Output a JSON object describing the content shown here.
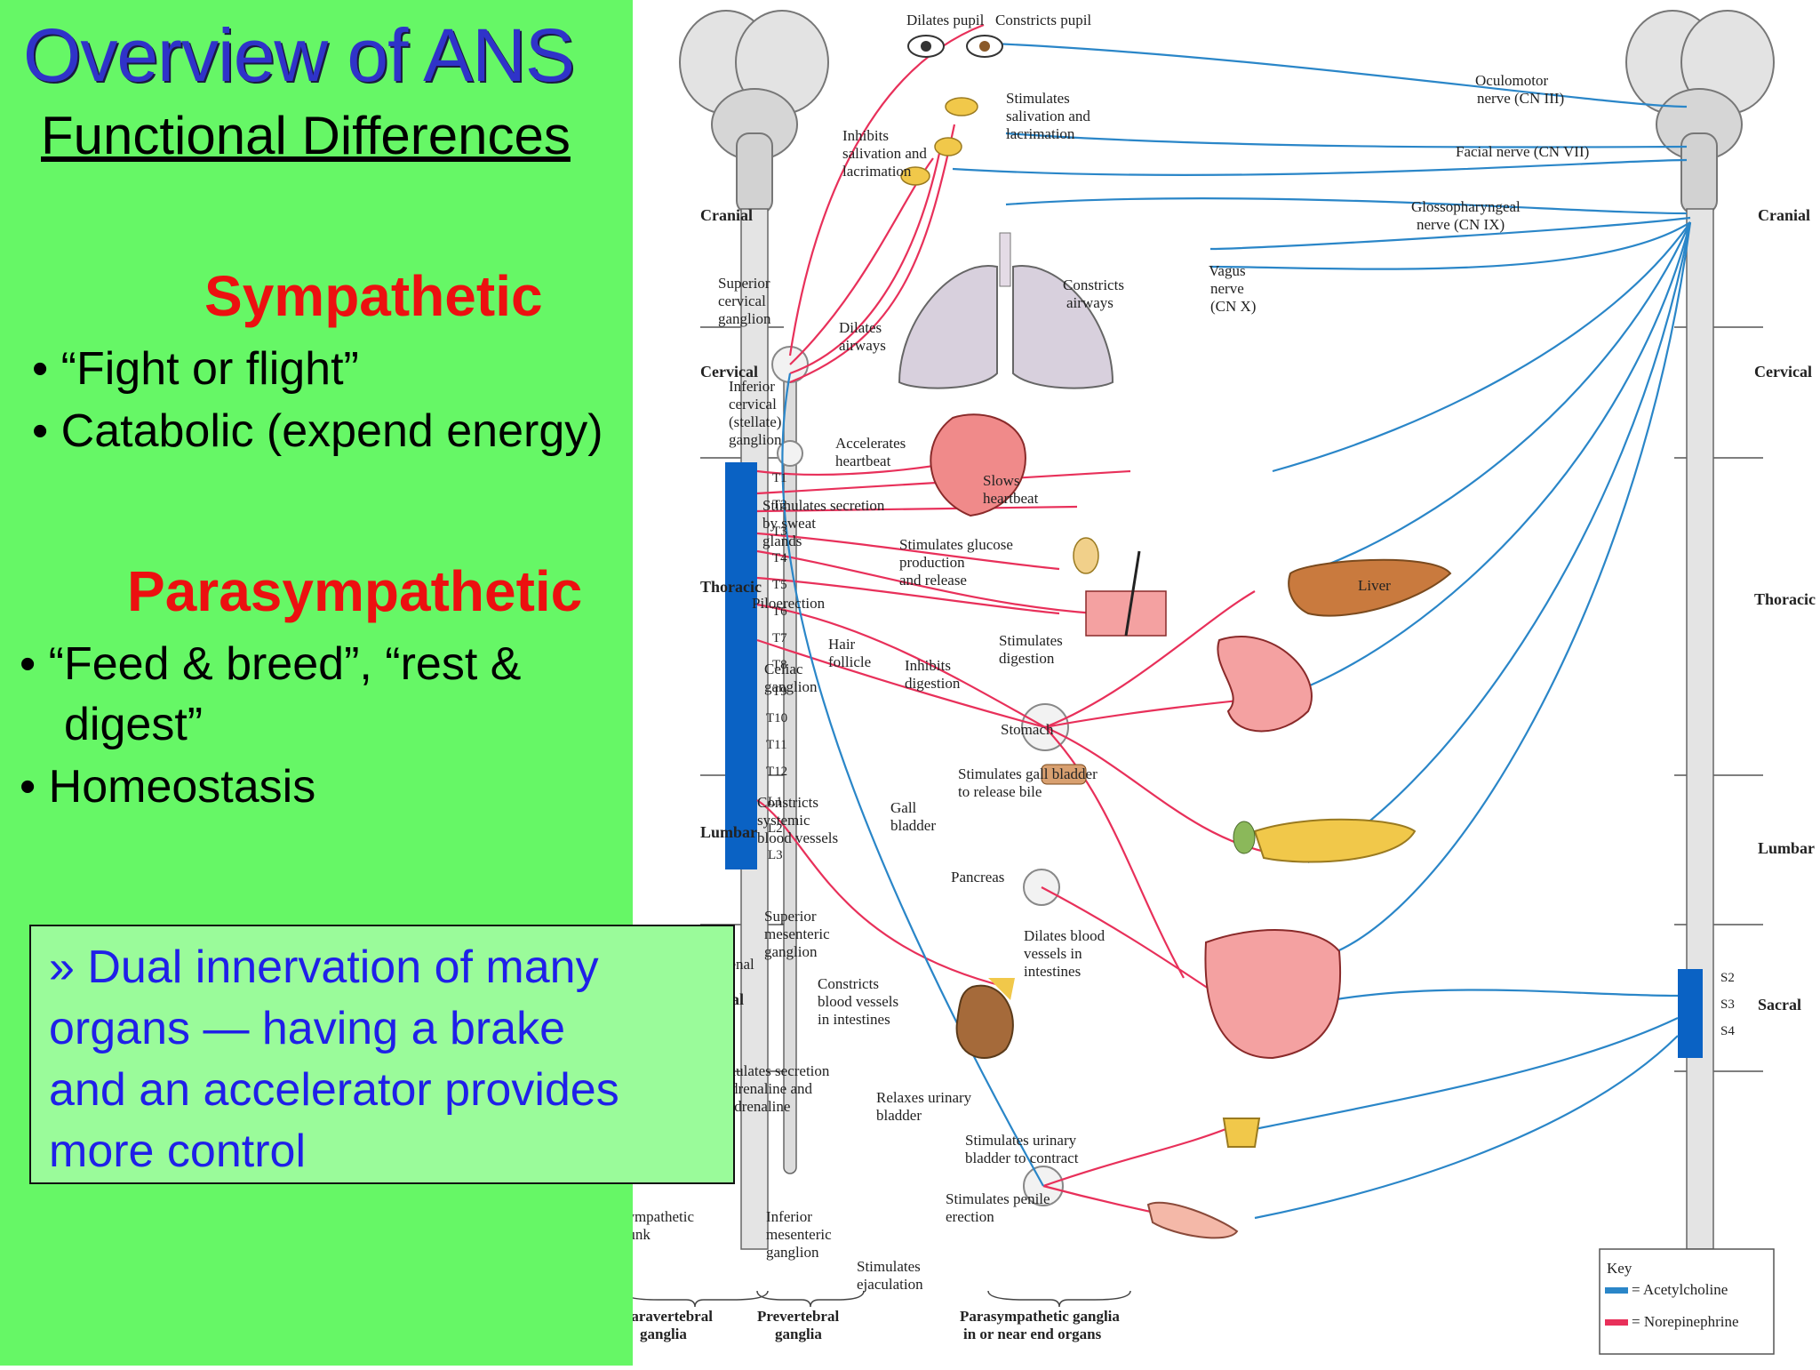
{
  "slide": {
    "title": "Overview of ANS",
    "subtitle": "Functional Differences"
  },
  "sympathetic": {
    "heading": "Sympathetic",
    "bullets": [
      "• “Fight or flight”",
      "• Catabolic (expend energy)"
    ]
  },
  "parasympathetic": {
    "heading": "Parasympathetic",
    "bullets": [
      "• “Feed & breed”, “rest &",
      "digest”",
      "• Homeostasis"
    ]
  },
  "callout": {
    "lines": [
      "» Dual innervation of many",
      "organs — having a brake",
      "and an accelerator provides",
      "more control"
    ]
  },
  "diagram": {
    "levels": {
      "cranial_left": "Cranial",
      "cervical_left": "Cervical",
      "thoracic_left": "Thoracic",
      "lumbar_left": "Lumbar",
      "sacral_left": "Sacral",
      "cranial_right": "Cranial",
      "cervical_right": "Cervical",
      "thoracic_right": "Thoracic",
      "lumbar_right": "Lumbar",
      "sacral_right": "Sacral"
    },
    "segments": [
      "T1",
      "T2",
      "T3",
      "T4",
      "T5",
      "T6",
      "T7",
      "T8",
      "T9",
      "T10",
      "T11",
      "T12",
      "L1",
      "L2",
      "L3"
    ],
    "sacral_segments": [
      "S2",
      "S3",
      "S4"
    ],
    "labels": {
      "dilates_pupil": "Dilates pupil",
      "constricts_pupil": "Constricts pupil",
      "oculomotor_1": "Oculomotor",
      "oculomotor_2": "nerve (CN III)",
      "stim_saliv_1": "Stimulates",
      "stim_saliv_2": "salivation and",
      "stim_saliv_3": "lacrimation",
      "inhib_saliv_1": "Inhibits",
      "inhib_saliv_2": "salivation and",
      "inhib_saliv_3": "lacrimation",
      "facial": "Facial nerve (CN VII)",
      "glosso_1": "Glossopharyngeal",
      "glosso_2": "nerve (CN IX)",
      "sup_cerv_1": "Superior",
      "sup_cerv_2": "cervical",
      "sup_cerv_3": "ganglion",
      "constricts_airways_1": "Constricts",
      "constricts_airways_2": "airways",
      "vagus_1": "Vagus",
      "vagus_2": "nerve",
      "vagus_3": "(CN X)",
      "dilates_airways_1": "Dilates",
      "dilates_airways_2": "airways",
      "inf_cerv_1": "Inferior",
      "inf_cerv_2": "cervical",
      "inf_cerv_3": "(stellate)",
      "inf_cerv_4": "ganglion",
      "accel_1": "Accelerates",
      "accel_2": "heartbeat",
      "slows_1": "Slows",
      "slows_2": "heartbeat",
      "sweat_1": "Stimulates secretion",
      "sweat_2": "by sweat",
      "sweat_3": "glands",
      "glucose_1": "Stimulates glucose",
      "glucose_2": "production",
      "glucose_3": "and release",
      "liver": "Liver",
      "piloerection": "Piloerection",
      "hair_1": "Hair",
      "hair_2": "follicle",
      "stim_digest_1": "Stimulates",
      "stim_digest_2": "digestion",
      "celiac_1": "Celiac",
      "celiac_2": "ganglion",
      "inhib_digest_1": "Inhibits",
      "inhib_digest_2": "digestion",
      "stomach": "Stomach",
      "gall_stim_1": "Stimulates gall bladder",
      "gall_stim_2": "to release bile",
      "constricts_sys_1": "Constricts",
      "constricts_sys_2": "systemic",
      "constricts_sys_3": "blood vessels",
      "gall_1": "Gall",
      "gall_2": "bladder",
      "pancreas": "Pancreas",
      "sup_mes_1": "Superior",
      "sup_mes_2": "mesenteric",
      "sup_mes_3": "ganglion",
      "dilates_blood_1": "Dilates blood",
      "dilates_blood_2": "vessels in",
      "dilates_blood_3": "intestines",
      "adrenal": "Adrenal",
      "constricts_int_1": "Constricts",
      "constricts_int_2": "blood vessels",
      "constricts_int_3": "in intestines",
      "adren_secr_1": "Stimulates secretion",
      "adren_secr_2": "of adrenaline and",
      "adren_secr_3": "noradrenaline",
      "relax_bladder_1": "Relaxes urinary",
      "relax_bladder_2": "bladder",
      "stim_bladder_1": "Stimulates urinary",
      "stim_bladder_2": "bladder to contract",
      "penile_1": "Stimulates penile",
      "penile_2": "erection",
      "symp_trunk_1": "Sympathetic",
      "symp_trunk_2": "trunk",
      "inf_mes_1": "Inferior",
      "inf_mes_2": "mesenteric",
      "inf_mes_3": "ganglion",
      "ejac_1": "Stimulates",
      "ejac_2": "ejaculation",
      "paraverteb_1": "Paravertebral",
      "paraverteb_2": "ganglia",
      "preverteb_1": "Prevertebral",
      "preverteb_2": "ganglia",
      "para_ganglia_1": "Parasympathetic ganglia",
      "para_ganglia_2": "in or near end organs"
    },
    "key": {
      "title": "Key",
      "acetylcholine": "= Acetylcholine",
      "norepinephrine": "= Norepinephrine"
    },
    "colors": {
      "sympathetic": "#e8305a",
      "parasympathetic": "#2a86c8",
      "spinal_highlight": "#0a62c4",
      "liver": "#c97a3e",
      "heart": "#f08a8a",
      "stomach": "#f4a1a1",
      "pancreas": "#f1c84a",
      "lung": "#d8d0dd"
    }
  }
}
